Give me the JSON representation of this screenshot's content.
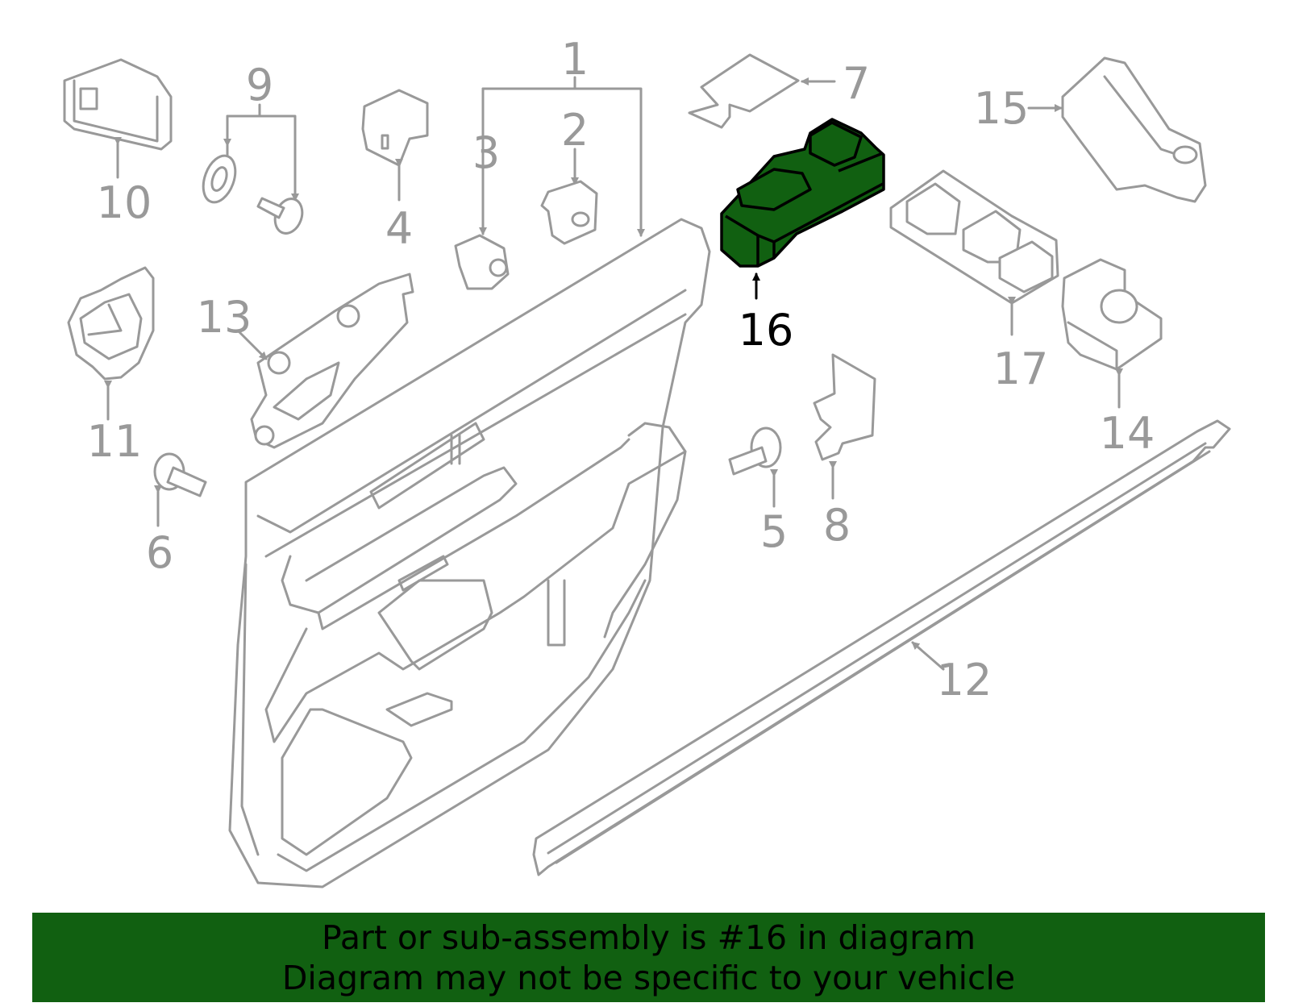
{
  "diagram": {
    "highlight_color": "#116011",
    "highlighted_part": "16",
    "callouts": [
      "1",
      "2",
      "3",
      "4",
      "5",
      "6",
      "7",
      "8",
      "9",
      "10",
      "11",
      "12",
      "13",
      "14",
      "15",
      "16",
      "17"
    ]
  },
  "banner": {
    "line1": "Part or sub-assembly is #16 in diagram",
    "line2": "Diagram may not be specific to your vehicle",
    "background": "#116011"
  }
}
